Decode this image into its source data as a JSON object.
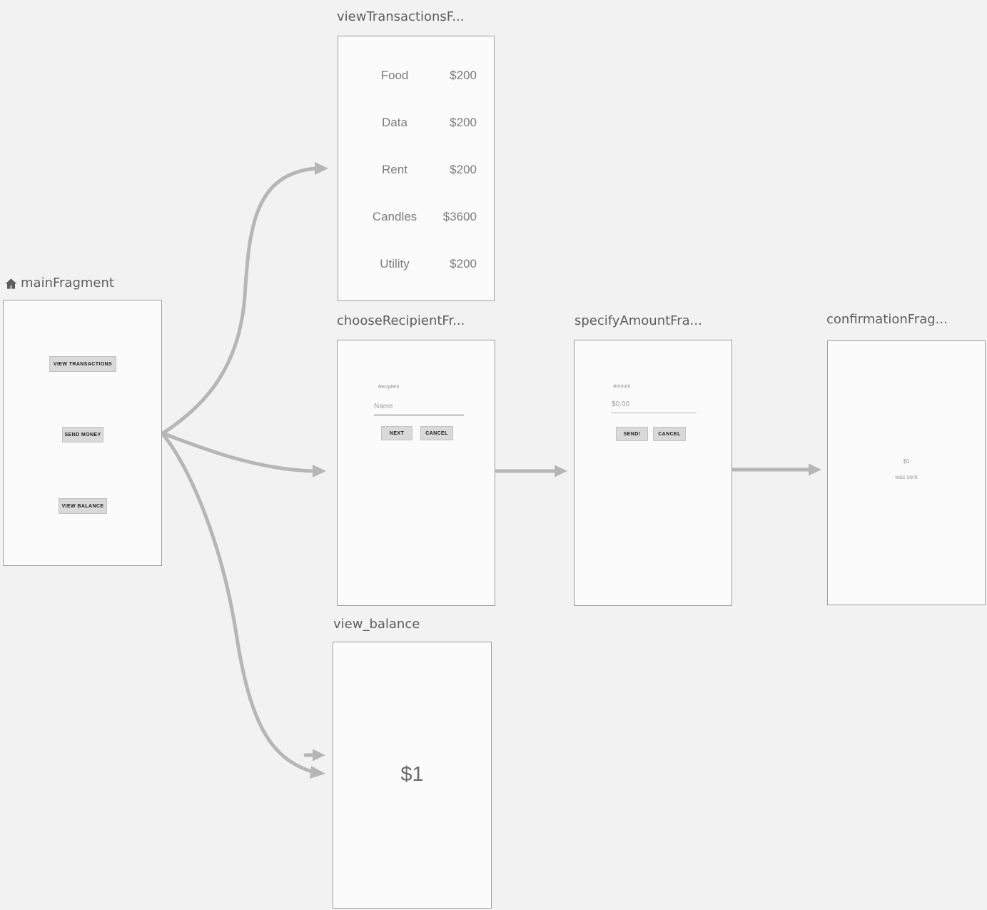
{
  "colors": {
    "background": "#f2f2f2",
    "card_fill": "#fbfbfb",
    "card_border": "#9e9e9e",
    "arrow": "#b6b6b6",
    "title_text": "#5e5e5e",
    "list_text": "#7c7c7c",
    "button_fill": "#d9d9d9"
  },
  "fragments": {
    "main": {
      "title": "mainFragment",
      "buttons": {
        "view_transactions": "VIEW TRANSACTIONS",
        "send_money": "SEND MONEY",
        "view_balance": "VIEW BALANCE"
      }
    },
    "viewTransactions": {
      "title": "viewTransactionsF...",
      "transactions": [
        {
          "name": "Food",
          "amount": "$200"
        },
        {
          "name": "Data",
          "amount": "$200"
        },
        {
          "name": "Rent",
          "amount": "$200"
        },
        {
          "name": "Candles",
          "amount": "$3600"
        },
        {
          "name": "Utility",
          "amount": "$200"
        }
      ]
    },
    "chooseRecipient": {
      "title": "chooseRecipientFr...",
      "field_label": "Recipient",
      "input_placeholder": "Name",
      "next_button": "NEXT",
      "cancel_button": "CANCEL"
    },
    "specifyAmount": {
      "title": "specifyAmountFra...",
      "field_label": "Amount",
      "input_placeholder": "$0.00",
      "send_button": "SEND!",
      "cancel_button": "CANCEL"
    },
    "confirmation": {
      "title": "confirmationFrag...",
      "amount": "$0",
      "message": "was sent"
    },
    "viewBalance": {
      "title": "view_balance",
      "balance": "$1"
    }
  }
}
